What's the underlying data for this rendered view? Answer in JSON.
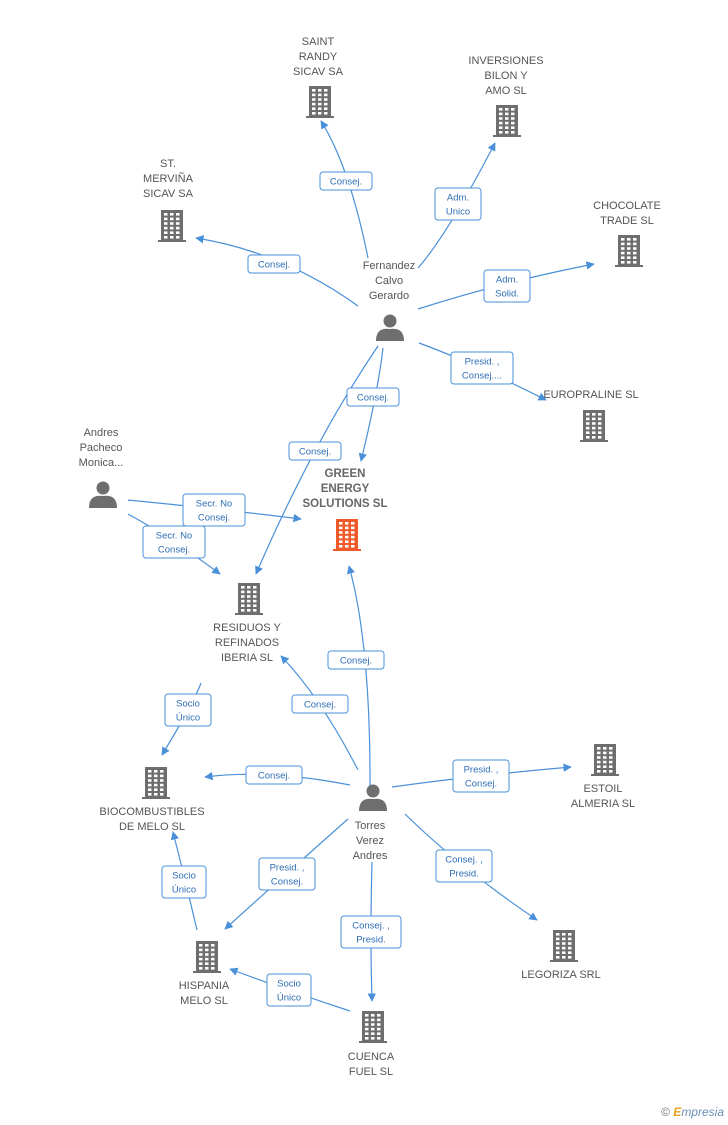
{
  "colors": {
    "edge": "#4a90d9",
    "building": "#6e6e6e",
    "building_highlight": "#f05a28",
    "person": "#6e6e6e"
  },
  "nodes": [
    {
      "id": "saint_randy",
      "kind": "company",
      "lines": [
        "SAINT",
        "RANDY",
        "SICAV SA"
      ]
    },
    {
      "id": "inversiones_bilon",
      "kind": "company",
      "lines": [
        "INVERSIONES",
        "BILON Y",
        "AMO  SL"
      ]
    },
    {
      "id": "st_mervina",
      "kind": "company",
      "lines": [
        "ST.",
        "MERVIÑA",
        "SICAV SA"
      ]
    },
    {
      "id": "chocolate_trade",
      "kind": "company",
      "lines": [
        "CHOCOLATE",
        "TRADE  SL"
      ]
    },
    {
      "id": "fernandez",
      "kind": "person",
      "lines": [
        "Fernandez",
        "Calvo",
        "Gerardo"
      ]
    },
    {
      "id": "europraline",
      "kind": "company",
      "lines": [
        "EUROPRALINE SL"
      ]
    },
    {
      "id": "andres",
      "kind": "person",
      "lines": [
        "Andres",
        "Pacheco",
        "Monica..."
      ]
    },
    {
      "id": "green_energy",
      "kind": "company",
      "highlight": true,
      "lines": [
        "GREEN",
        "ENERGY",
        "SOLUTIONS SL"
      ]
    },
    {
      "id": "residuos",
      "kind": "company",
      "lines": [
        "RESIDUOS Y",
        "REFINADOS",
        "IBERIA SL"
      ]
    },
    {
      "id": "biocombustibles",
      "kind": "company",
      "lines": [
        "BIOCOMBUSTIBLES",
        "DE MELO SL"
      ]
    },
    {
      "id": "torres",
      "kind": "person",
      "lines": [
        "Torres",
        "Verez",
        "Andres"
      ]
    },
    {
      "id": "estoil",
      "kind": "company",
      "lines": [
        "ESTOIL",
        "ALMERIA SL"
      ]
    },
    {
      "id": "legoriza",
      "kind": "company",
      "lines": [
        "LEGORIZA SRL"
      ]
    },
    {
      "id": "hispania",
      "kind": "company",
      "lines": [
        "HISPANIA",
        "MELO SL"
      ]
    },
    {
      "id": "cuenca",
      "kind": "company",
      "lines": [
        "CUENCA",
        "FUEL  SL"
      ]
    }
  ],
  "edges": [
    {
      "from": "fernandez",
      "to": "saint_randy",
      "label": [
        "Consej."
      ]
    },
    {
      "from": "fernandez",
      "to": "inversiones_bilon",
      "label": [
        "Adm.",
        "Unico"
      ]
    },
    {
      "from": "fernandez",
      "to": "st_mervina",
      "label": [
        "Consej."
      ]
    },
    {
      "from": "fernandez",
      "to": "chocolate_trade",
      "label": [
        "Adm.",
        "Solid."
      ]
    },
    {
      "from": "fernandez",
      "to": "europraline",
      "label": [
        "Presid. ,",
        "Consej...."
      ]
    },
    {
      "from": "fernandez",
      "to": "green_energy",
      "label": [
        "Consej."
      ]
    },
    {
      "from": "fernandez",
      "to": "residuos",
      "label": [
        "Consej."
      ]
    },
    {
      "from": "andres",
      "to": "green_energy",
      "label": [
        "Secr.  No",
        "Consej."
      ]
    },
    {
      "from": "andres",
      "to": "residuos",
      "label": [
        "Secr.  No",
        "Consej."
      ]
    },
    {
      "from": "torres",
      "to": "green_energy",
      "label": [
        "Consej."
      ]
    },
    {
      "from": "torres",
      "to": "residuos",
      "label": [
        "Consej."
      ]
    },
    {
      "from": "residuos",
      "to": "biocombustibles",
      "label": [
        "Socio",
        "Único"
      ]
    },
    {
      "from": "torres",
      "to": "biocombustibles",
      "label": [
        "Consej."
      ]
    },
    {
      "from": "torres",
      "to": "estoil",
      "label": [
        "Presid. ,",
        "Consej."
      ]
    },
    {
      "from": "torres",
      "to": "legoriza",
      "label": [
        "Consej. ,",
        "Presid."
      ]
    },
    {
      "from": "torres",
      "to": "hispania",
      "label": [
        "Presid. ,",
        "Consej."
      ]
    },
    {
      "from": "torres",
      "to": "cuenca",
      "label": [
        "Consej. ,",
        "Presid."
      ]
    },
    {
      "from": "hispania",
      "to": "biocombustibles",
      "label": [
        "Socio",
        "Único"
      ]
    },
    {
      "from": "cuenca",
      "to": "hispania",
      "label": [
        "Socio",
        "Único"
      ]
    }
  ],
  "footer": {
    "symbol": "©",
    "brand_initial": "E",
    "brand_rest": "mpresia"
  }
}
